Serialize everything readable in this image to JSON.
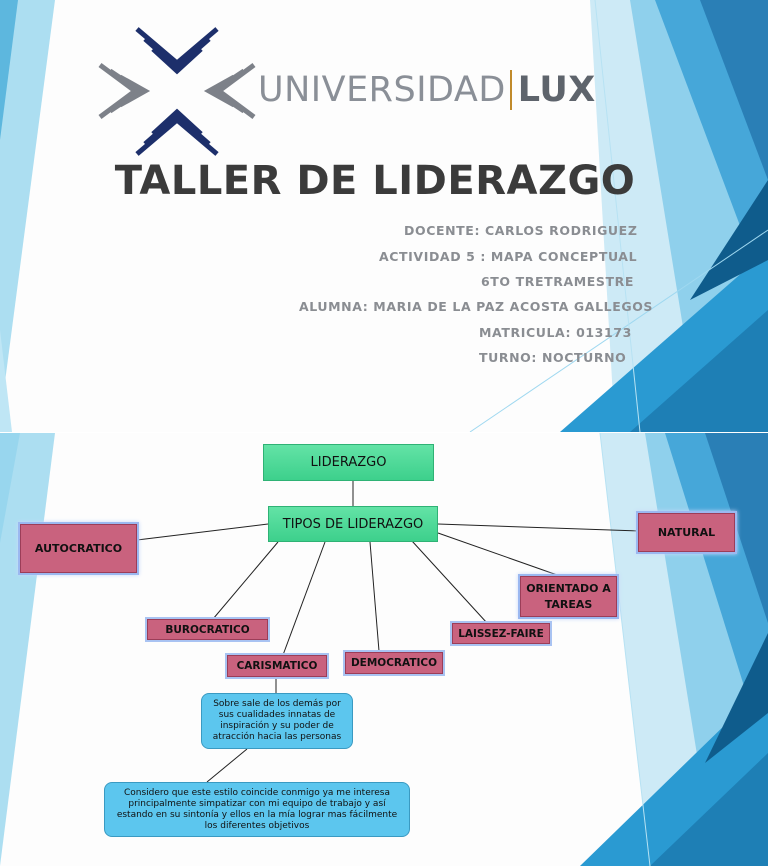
{
  "slide1": {
    "logo": {
      "text_left": "UNIVERSIDAD",
      "text_right": "LUX"
    },
    "title": "TALLER DE LIDERAZGO",
    "info": {
      "docente": "DOCENTE: CARLOS RODRIGUEZ",
      "actividad": "ACTIVIDAD 5 :  MAPA CONCEPTUAL",
      "periodo": "6TO TRETRAMESTRE",
      "alumna": "ALUMNA: MARIA DE LA PAZ ACOSTA GALLEGOS",
      "matricula": "MATRICULA: 013173",
      "turno": "TURNO: NOCTURNO"
    }
  },
  "slide2": {
    "root": "LIDERAZGO",
    "tipos": "TIPOS DE LIDERAZGO",
    "types": {
      "autocratico": "AUTOCRATICO",
      "natural": "NATURAL",
      "orientado": "ORIENTADO A TAREAS",
      "burocratico": "BUROCRATICO",
      "laissez": "LAISSEZ-FAIRE",
      "carismatico": "CARISMATICO",
      "democratico": "DEMOCRATICO"
    },
    "note1": "Sobre sale de los demás por sus cualidades innatas de inspiración y su poder de atracción hacia las personas",
    "note2": "Considero que este estilo coincide conmigo ya me interesa principalmente simpatizar con mi equipo de trabajo y así estando en su sintonía y ellos en la mía lograr mas fácilmente los diferentes objetivos"
  },
  "colors": {
    "green": "#4fd999",
    "pink": "#c9627e",
    "blue_note": "#5cc6ee",
    "deco_blue": "#1f8fc6",
    "logo_navy": "#1d2f6b",
    "logo_gray": "#7d8189"
  }
}
